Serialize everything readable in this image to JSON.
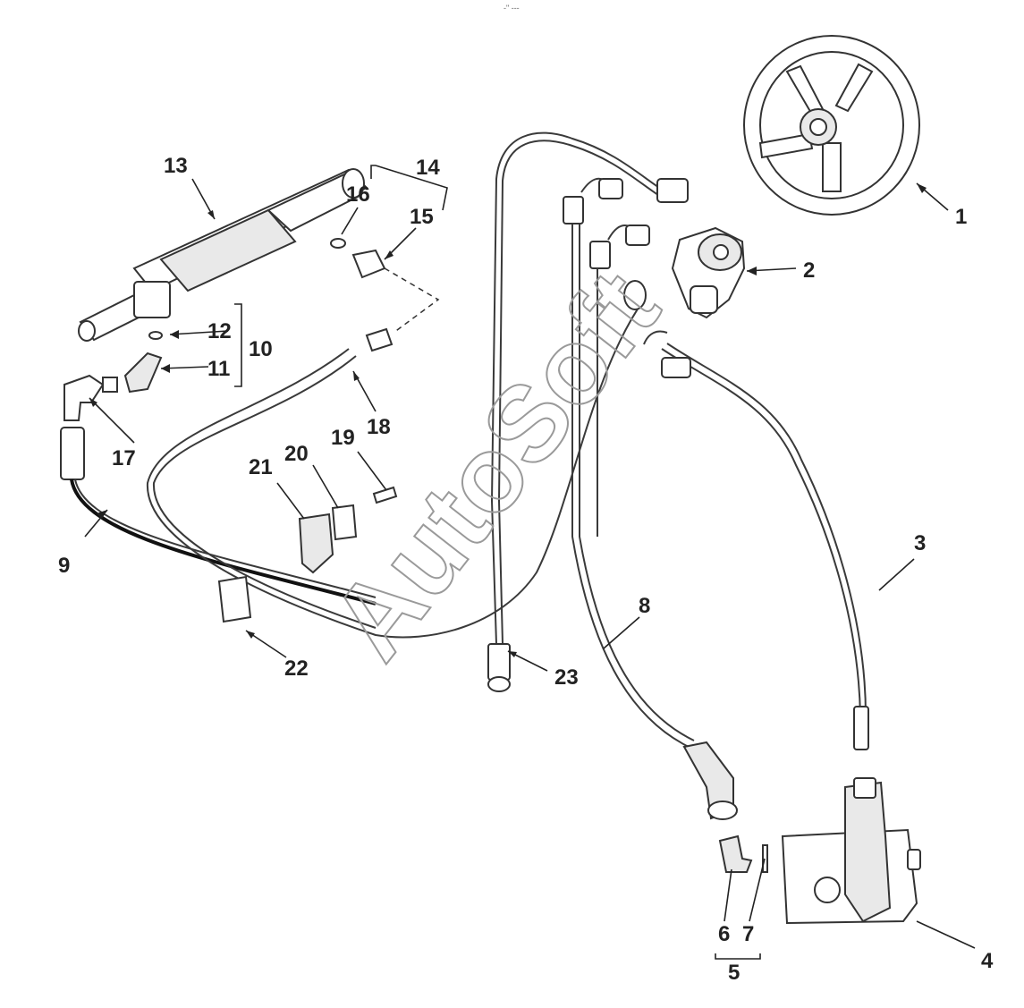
{
  "header_mark": "-\" ---",
  "watermark": "AutoSoft",
  "callouts": {
    "c1": "1",
    "c2": "2",
    "c3": "3",
    "c4": "4",
    "c5": "5",
    "c6": "6",
    "c7": "7",
    "c8": "8",
    "c9": "9",
    "c10": "10",
    "c11": "11",
    "c12": "12",
    "c13": "13",
    "c14": "14",
    "c15": "15",
    "c16": "16",
    "c17": "17",
    "c18": "18",
    "c19": "19",
    "c20": "20",
    "c21": "21",
    "c22": "22",
    "c23": "23"
  },
  "icons": {
    "steering_wheel": "steering-wheel-icon",
    "helm_unit": "helm-pump-icon",
    "cylinder": "steering-cylinder-icon",
    "pump": "power-steering-pump-icon"
  }
}
